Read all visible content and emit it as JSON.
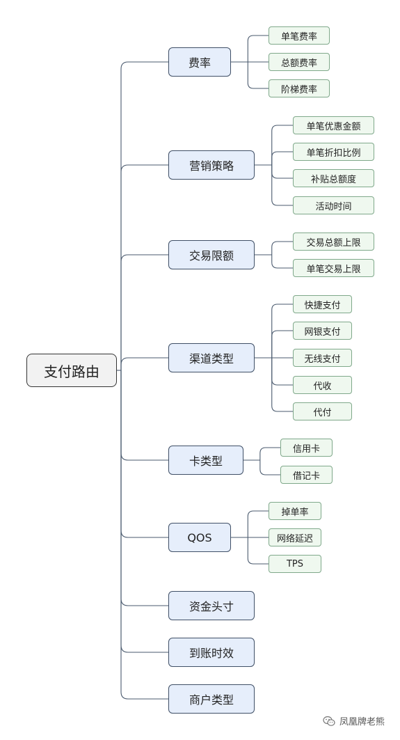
{
  "root": "支付路由",
  "branches": [
    {
      "label": "费率",
      "children": [
        "单笔费率",
        "总额费率",
        "阶梯费率"
      ]
    },
    {
      "label": "营销策略",
      "children": [
        "单笔优惠金额",
        "单笔折扣比例",
        "补贴总额度",
        "活动时间"
      ]
    },
    {
      "label": "交易限额",
      "children": [
        "交易总额上限",
        "单笔交易上限"
      ]
    },
    {
      "label": "渠道类型",
      "children": [
        "快捷支付",
        "网银支付",
        "无线支付",
        "代收",
        "代付"
      ]
    },
    {
      "label": "卡类型",
      "children": [
        "信用卡",
        "借记卡"
      ]
    },
    {
      "label": "QOS",
      "children": [
        "掉单率",
        "网络延迟",
        "TPS"
      ]
    },
    {
      "label": "资金头寸",
      "children": []
    },
    {
      "label": "到账时效",
      "children": []
    },
    {
      "label": "商户类型",
      "children": []
    }
  ],
  "watermark": "凤凰牌老熊",
  "colors": {
    "connector": "#4a5a6e",
    "branch_fill": "#e6eefb",
    "leaf_fill": "#eff8ef",
    "leaf_border": "#7fa88a"
  }
}
